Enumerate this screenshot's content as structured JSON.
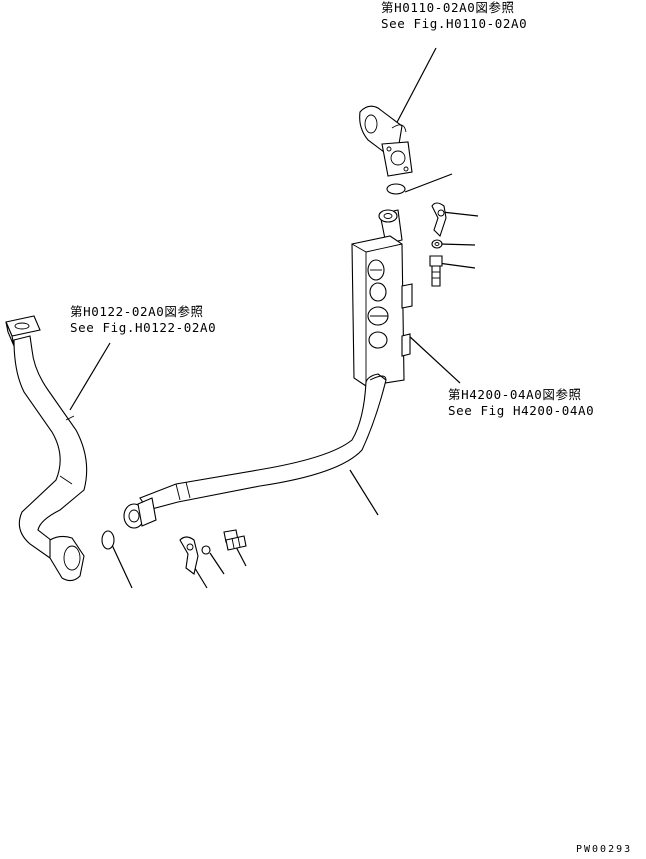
{
  "callouts": {
    "top": {
      "jp": "第H0110-02A0図参照",
      "en": "See Fig.H0110-02A0"
    },
    "left": {
      "jp": "第H0122-02A0図参照",
      "en": "See Fig.H0122-02A0"
    },
    "right": {
      "jp": "第H4200-04A0図参照",
      "en": "See Fig H4200-04A0"
    }
  },
  "drawing_code": "PW00293",
  "colors": {
    "line": "#000000",
    "background": "#ffffff"
  }
}
